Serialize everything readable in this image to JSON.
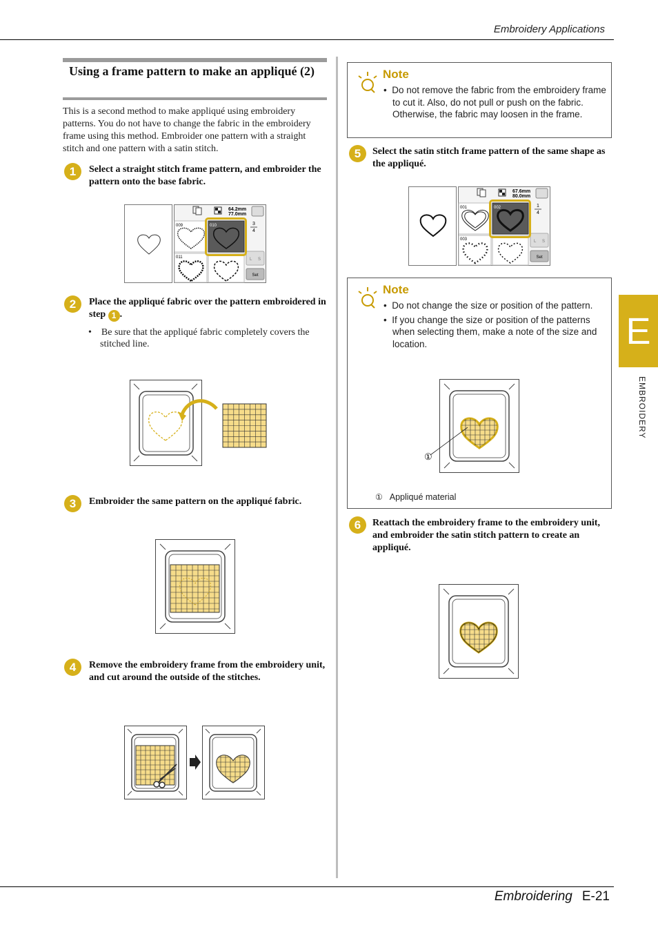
{
  "header": {
    "section": "Embroidery Applications"
  },
  "footer": {
    "chapter": "Embroidering",
    "page": "E-21"
  },
  "side_tab": {
    "letter": "E",
    "label": "EMBROIDERY"
  },
  "section": {
    "title": "Using a frame pattern to make an appliqué (2)",
    "intro": "This is a second method to make appliqué using embroidery patterns. You do not have to change the fabric in the embroidery frame using this method. Embroider one pattern with a straight stitch and one pattern with a satin stitch."
  },
  "steps": [
    {
      "num": "1",
      "text": "Select a straight stitch frame pattern, and embroider the pattern onto the base fabric."
    },
    {
      "num": "2",
      "text": "Place the appliqué fabric over the pattern embroidered in step",
      "ref": "1",
      "bullet": "Be sure that the appliqué fabric completely covers the stitched line."
    },
    {
      "num": "3",
      "text": "Embroider the same pattern on the appliqué fabric."
    },
    {
      "num": "4",
      "text": "Remove the embroidery frame from the embroidery unit, and cut around the outside of the stitches."
    },
    {
      "num": "5",
      "text": "Select the satin stitch frame pattern of the same shape as the appliqué."
    },
    {
      "num": "6",
      "text": "Reattach the embroidery frame to the embroidery unit, and embroider the satin stitch pattern to create an appliqué."
    }
  ],
  "notes": [
    {
      "title": "Note",
      "items": [
        "Do not remove the fabric from the embroidery frame to cut it. Also, do not pull or push on the fabric. Otherwise, the fabric may loosen in the frame."
      ]
    },
    {
      "title": "Note",
      "items": [
        "Do not change the size or position of the pattern.",
        "If you change the size or position of the patterns when selecting them, make a note of the size and location."
      ],
      "callout_num": "①",
      "callout_label": "Appliqué material"
    }
  ],
  "screen1": {
    "width": "64.2mm",
    "height": "77.0mm",
    "page": "3",
    "pages": "4",
    "cells": [
      "009",
      "010",
      "011"
    ],
    "btn_set": "Set",
    "btn_l": "L",
    "btn_s": "S"
  },
  "screen2": {
    "width": "67.6mm",
    "height": "80.0mm",
    "page": "1",
    "pages": "4",
    "cells": [
      "001",
      "002",
      "003"
    ],
    "btn_set": "Set",
    "btn_l": "L",
    "btn_s": "S"
  },
  "colors": {
    "accent": "#d6b01a",
    "fabric": "#f6dc8a"
  }
}
